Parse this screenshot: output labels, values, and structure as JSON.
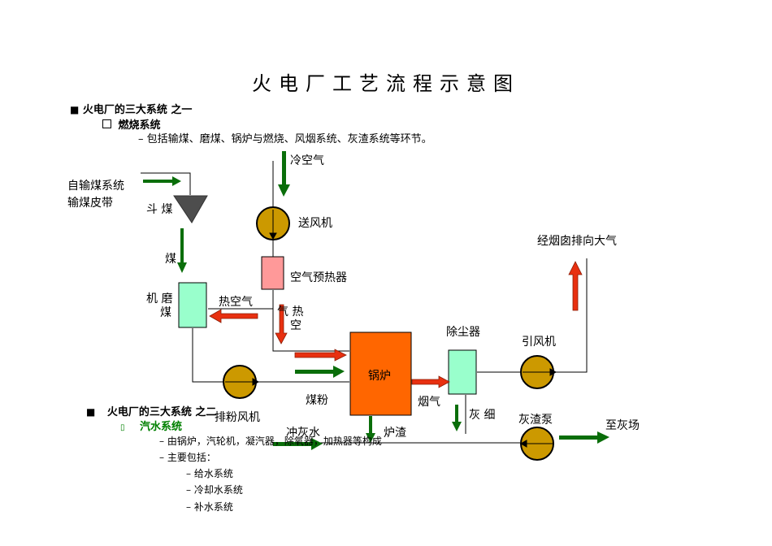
{
  "title": "火电厂工艺流程示意图",
  "section1": {
    "heading": "火电厂的三大系统 之一",
    "subheading": "燃烧系统",
    "description": "– 包括输煤、磨煤、锅炉与燃烧、风烟系统、灰渣系统等环节。"
  },
  "section2": {
    "heading": "火电厂的三大系统 之二",
    "subheading": "汽水系统",
    "line1": "– 由锅炉，汽轮机，凝汽器，除氧器，加热器等构成",
    "line2": "– 主要包括：",
    "items": [
      "– 给水系统",
      "– 冷却水系统",
      "– 补水系统"
    ]
  },
  "labels": {
    "coal_transport_1": "自输煤系统",
    "coal_transport_2": "输煤皮带",
    "coal_hopper": "斗 煤",
    "coal": "煤",
    "mill_1": "机 磨",
    "mill_2": "煤",
    "hot_air": "热空气",
    "cold_air": "冷空气",
    "fan": "送风机",
    "air_preheater": "空气预热器",
    "hot_air_vertical_1": "气 热",
    "hot_air_vertical_2": "空",
    "boiler": "锅炉",
    "coal_powder": "煤粉",
    "flue_gas": "烟气",
    "pulverizer_fan": "排粉风机",
    "flush_water": "冲灰水",
    "furnace_slag": "炉渣",
    "dust_collector": "除尘器",
    "fine_ash": "灰 细",
    "induced_fan": "引风机",
    "chimney": "经烟囱排向大气",
    "slag_pump": "灰渣泵",
    "to_ash_yard": "至灰场"
  },
  "colors": {
    "green_arrow": "#0a6e0a",
    "red_arrow": "#e83010",
    "boiler": "#ff6600",
    "equipment": "#99ffcc",
    "preheater": "#ff9999",
    "fan": "#cc9900",
    "hopper": "#4d4d4d"
  }
}
